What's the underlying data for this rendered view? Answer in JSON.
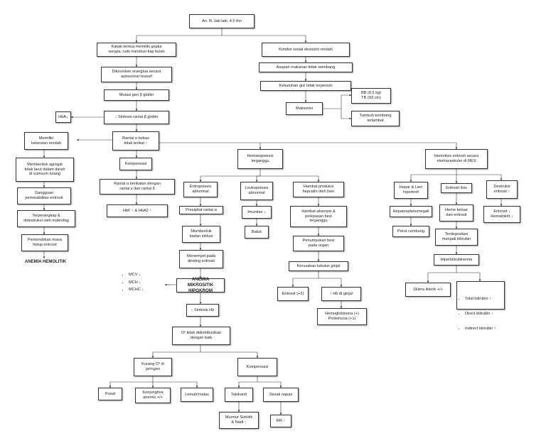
{
  "nodes": {
    "root": "An. R, laki laki, 4,5 thn",
    "kakak": "Kakak tentua memiliki gejala\nserupa, rutin transfusi tiap bulan",
    "diturunkan": "Diturunkan orangtua secara\nautosomal resesif",
    "mutasi": "Mutasi gen β globin",
    "sintesis_b": "↓ Sintesis rantai β globin",
    "hba": "HbA↓",
    "rantai_bebas": "Rantai α bebas\ntidak terikat ↑",
    "memiliki": "Memiliki\nkelarutan rendah",
    "agregat": "Membentuk agregat\ntidak larut dalam darah\ndi sumsum tulang",
    "gangguan": "Gangguan\npermeabilitas eritrosit",
    "terperangkap": "Terperangkap &\ndidestruksi oleh makrofag",
    "pemendekan": "Pemendekan masa\nhidup eritrosit",
    "anemia_hemolitik": "ANEMIA HEMOLITIK",
    "kompensasi1": "Kompensasi",
    "rantai_gamma": "Rantai α berikatan dengan\nrantai γ dan rantai δ",
    "hbf": "HbF ↑ & HbA2 ↑",
    "sosek": "Kondisi sosial ekonomi rendah",
    "asupan": "Asupan makanan tidak seimbang",
    "gizi": "Kebutuhan gizi tidak terpenuhi",
    "malnutrisi": "Malnutrisi",
    "bb": "BB (8,5 kg)\nTB (93 cm)",
    "tumbuh": "Tumbuh kembang\nterlambat",
    "hematopoiesis": "Hematopoiesis\nterganggu",
    "hemolisis": "Hemolisis eritrosit secara\nekstravaskuler di RES",
    "eritropoiesis": "Eritropoiesis\nabnormal",
    "presipitat": "Presipitat rantai α",
    "membentuk_inklusi": "Membentuk\nbadan inklusi",
    "menempel": "Menempel pada\ndinding eritrosit",
    "anemia_mikro": "ANEMIA MIKROSITIK\nHIPOKROM",
    "sintesis_hb": "↓ Sintesis Hb",
    "o2": "O² tidak didistribusikan\ndengan baik",
    "kurang_o2": "Kurang O² di\njaringan",
    "pusat": "Pusat",
    "konjungtiva": "Konjungtiva\nanemis +/+",
    "lemah": "Lemah/malas",
    "kompensasi2": "Kompensasi",
    "takikardi": "Takikardi",
    "sesak": "Sesak napas",
    "murmur": "Murmur Sistolik\n& Nadi ↑",
    "rr": "RR ↑",
    "leukopoiesis": "Leukopoiesis\nabnormal",
    "imunitas": "Imunitas ↓",
    "batuk": "Batuk",
    "hambat_produksi": "Hambat produksi\nhepcidin oleh liver",
    "hambat_absorpsi": "Hambat absorpsi &\npelepasan besi\nterganggu",
    "penumpukan": "Penumpukan besi\npada organ",
    "kerusakan": "Kerusakan tubulus ginjal",
    "eritrosit_urin": "Eritrosit (+2)",
    "hb_ginjal": "↑ Hb di ginjal",
    "hemoglobinuria": "Hemoglobinuria (+)\nProteinuria (+1)",
    "hepar": "Hepar & Lien\nhipertrofi",
    "hepato": "Hepatosplenomegali",
    "perut": "Perut cembung",
    "eritrosit_lisis": "Eritrosit lisis",
    "heme": "Heme keluar\ndari eritrosit",
    "terdegradasi": "Terdegradasi\nmenjadi bilirubin",
    "hiperbili": "Hiperbilirubinemia",
    "sklera": "Sklera ikterik +/+",
    "destruksi": "Destruksi\neritrosit ↑",
    "eritrosit_hemat": "Eritrosit ↓\nHematokrit ↓"
  },
  "mcv_list": [
    "MCV ↓",
    "MCH ↓",
    "MCHC ↓"
  ],
  "bili_list": [
    "Total bilirubin ↑",
    "Direct bilirubin ↑",
    "Indirect bilirubin ↑"
  ]
}
